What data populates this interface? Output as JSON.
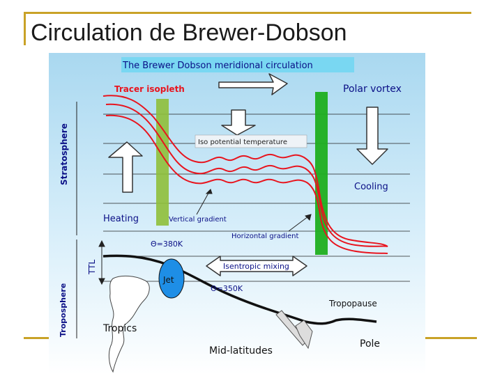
{
  "slide": {
    "title": "Circulation de Brewer-Dobson"
  },
  "figure": {
    "header": "The Brewer Dobson meridional circulation",
    "labels": {
      "tracer_isopleth": "Tracer isopleth",
      "polar_vortex": "Polar vortex",
      "stratosphere": "Stratosphere",
      "iso_potential_temperature": "Iso potential temperature",
      "cooling": "Cooling",
      "heating": "Heating",
      "vertical_gradient": "Vertical gradient",
      "horizontal_gradient": "Horizontal gradient",
      "theta_380": "Θ=380K",
      "ttl": "TTL",
      "isentropic_mixing": "Isentropic mixing",
      "jet": "Jet",
      "theta_350": "Θ=350K",
      "troposphere": "Troposphere",
      "tropopause": "Tropopause",
      "tropics": "Tropics",
      "mid_latitudes": "Mid-latitudes",
      "pole": "Pole"
    },
    "colors": {
      "accent_gold": "#c9a227",
      "background_top": "#a9d8f0",
      "background_bottom": "#ffffff",
      "tracer_red": "#e8141e",
      "label_red": "#e8141e",
      "label_blue": "#0a0f86",
      "tropics_bar": "#8fbf3a",
      "polar_bar": "#1fae1f",
      "jet_fill": "#1e8ee6",
      "header_box": "#79d7f2"
    }
  }
}
